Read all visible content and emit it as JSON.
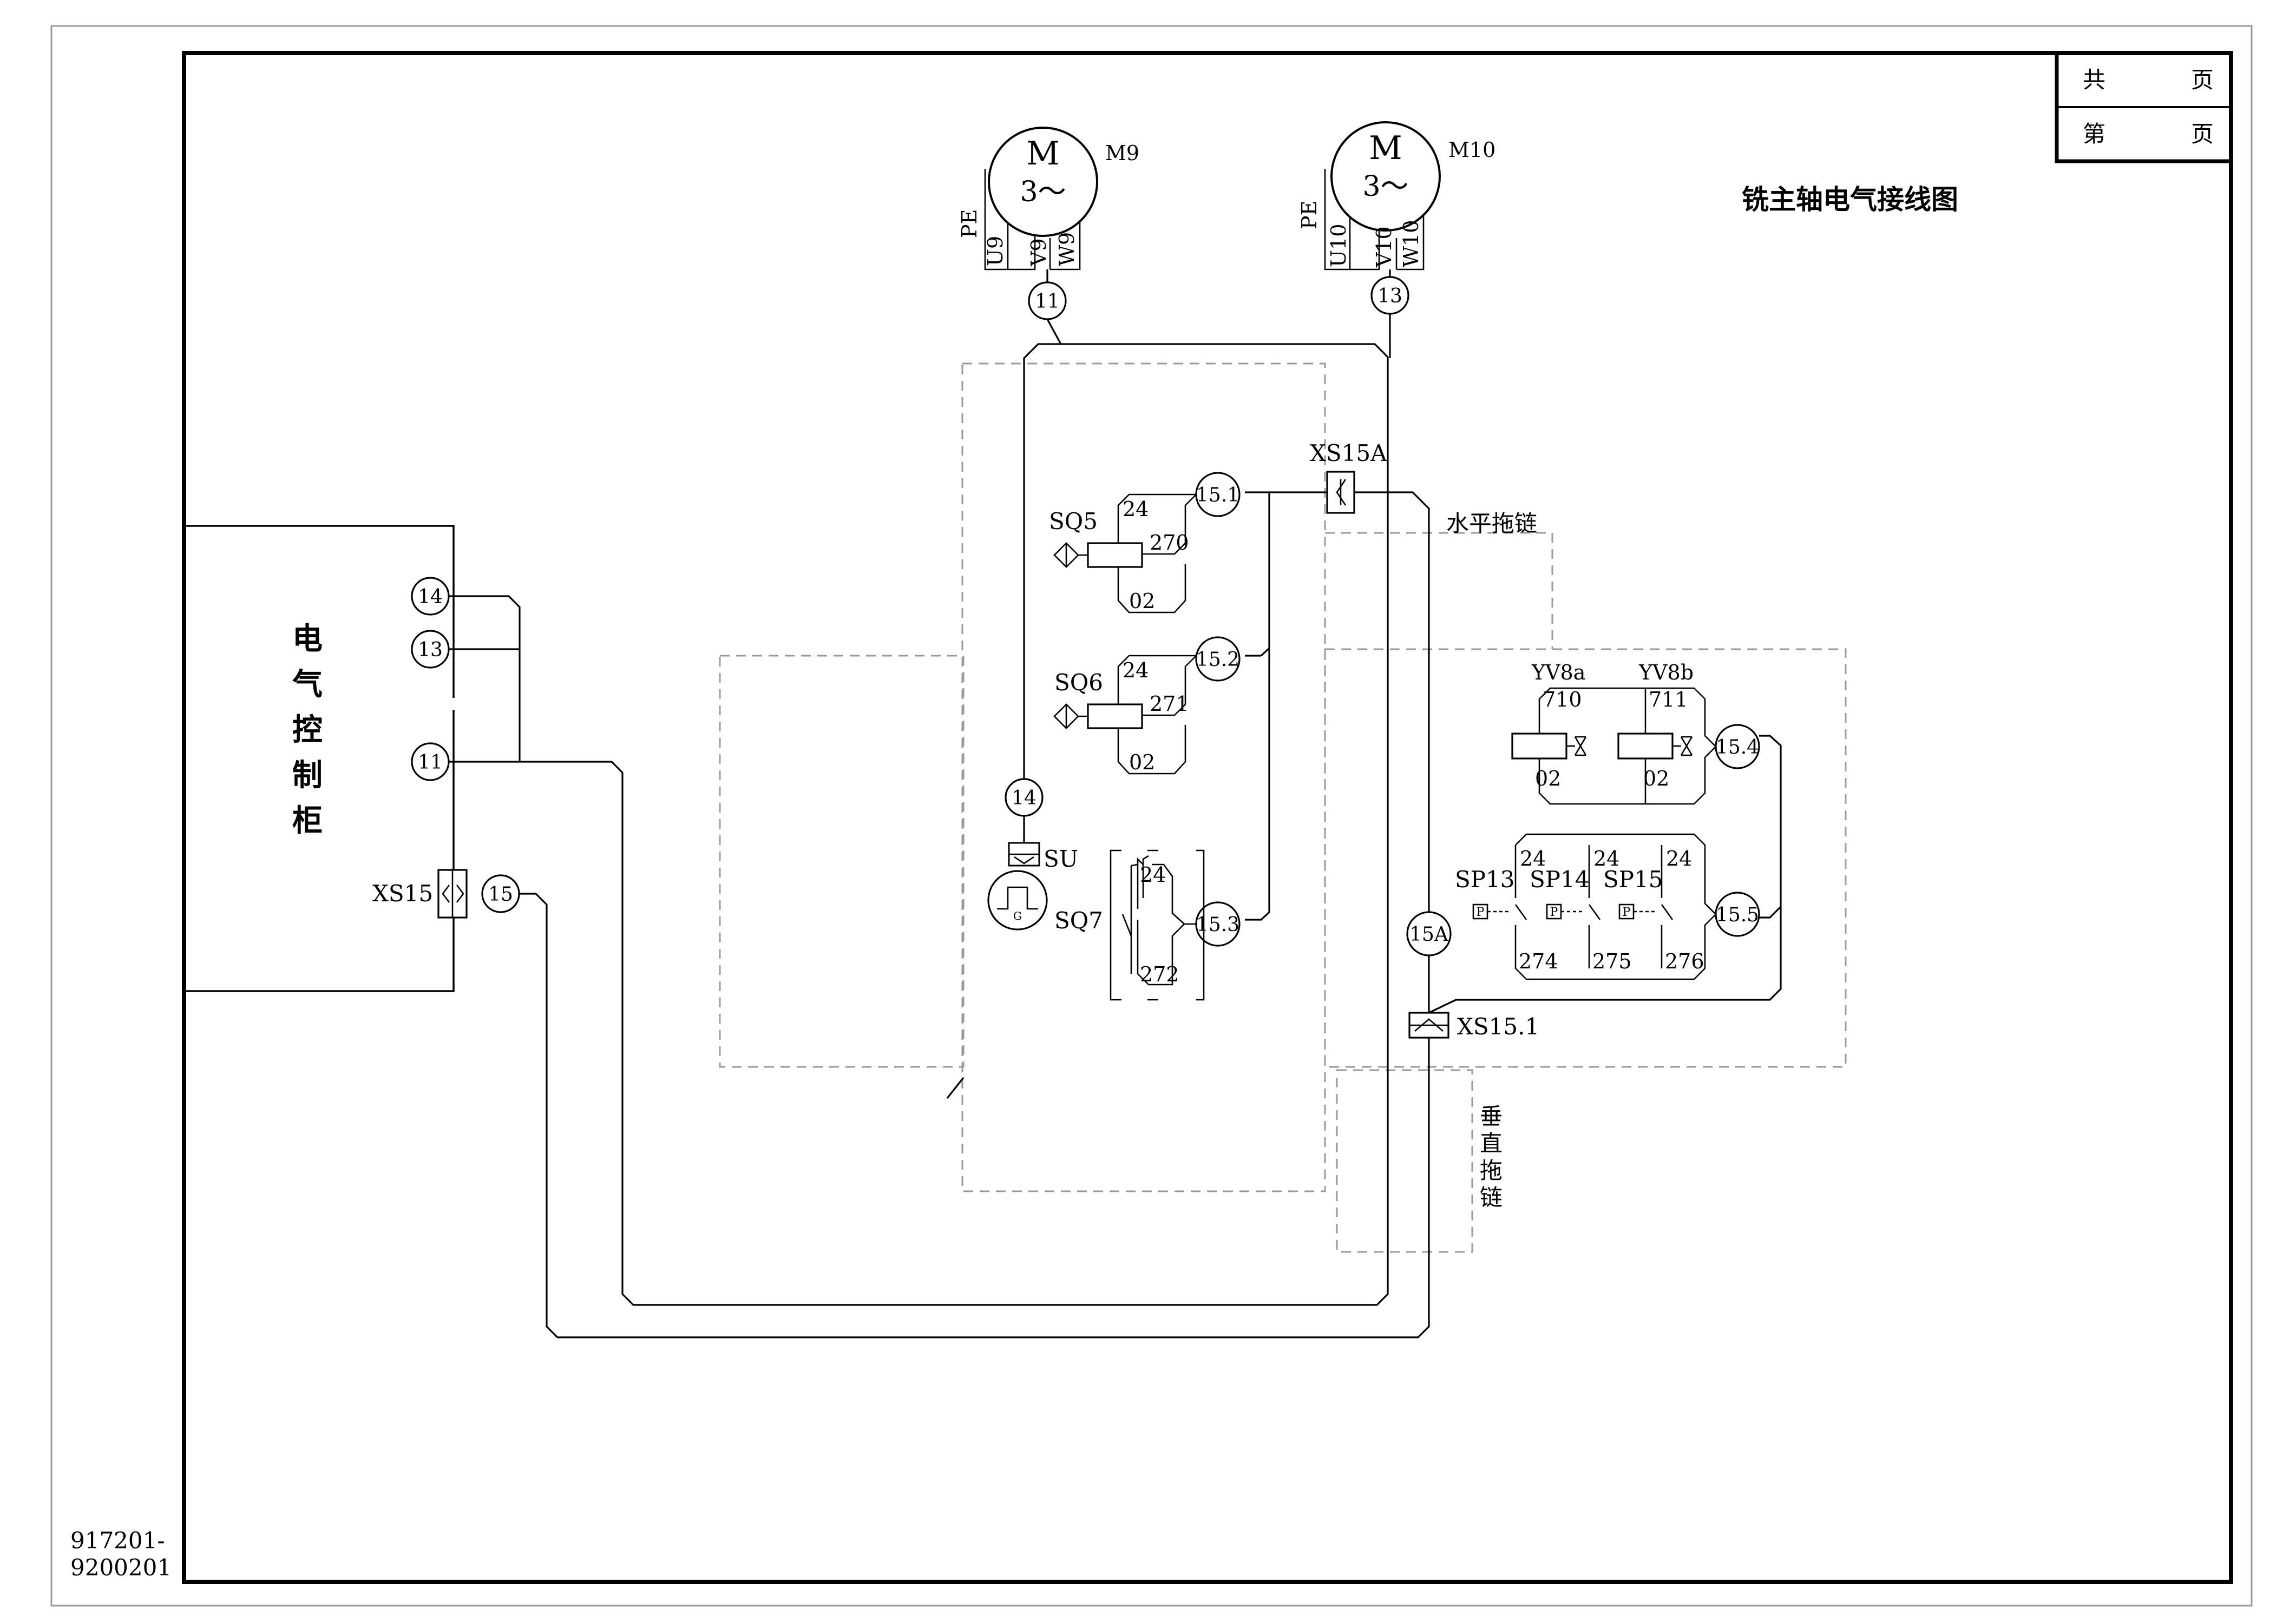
{
  "title": "铣主轴电气接线图",
  "drawing_number": [
    "917201-",
    "9200201"
  ],
  "title_block": {
    "total_label_a": "共",
    "total_label_b": "页",
    "sheet_label_a": "第",
    "sheet_label_b": "页"
  },
  "cabinet": {
    "label_chars": [
      "电",
      "气",
      "控",
      "制",
      "柜"
    ],
    "terminals": [
      "14",
      "13",
      "11",
      "15"
    ],
    "connector": "XS15"
  },
  "motors": [
    {
      "symbol": "M",
      "phase": "3～",
      "name": "M9",
      "leads": [
        "PE",
        "U9",
        "V9",
        "W9"
      ],
      "node": "11"
    },
    {
      "symbol": "M",
      "phase": "3～",
      "name": "M10",
      "leads": [
        "PE",
        "U10",
        "V10",
        "W10"
      ],
      "node": "13"
    }
  ],
  "chains": {
    "horizontal": "水平拖链",
    "vertical": [
      "垂",
      "直",
      "拖",
      "链"
    ]
  },
  "connectors": {
    "xs15a": "XS15A",
    "xs151": "XS15.1"
  },
  "nodes": {
    "n151": "15.1",
    "n152": "15.2",
    "n153": "15.3",
    "n154": "15.4",
    "n155": "15.5",
    "n14": "14",
    "n15a": "15A"
  },
  "switches": {
    "sq5": {
      "name": "SQ5",
      "top": "24",
      "mid": "270",
      "bottom": "02"
    },
    "sq6": {
      "name": "SQ6",
      "top": "24",
      "mid": "271",
      "bottom": "02"
    },
    "sq7": {
      "name": "SQ7",
      "top": "24",
      "bottom": "272"
    }
  },
  "sensor": {
    "name": "SU",
    "glyph": "G"
  },
  "valves": [
    {
      "name": "YV8a",
      "wire": "710",
      "ret": "02"
    },
    {
      "name": "YV8b",
      "wire": "711",
      "ret": "02"
    }
  ],
  "pressure_switches": [
    {
      "name": "SP13",
      "top": "24",
      "bottom": "274"
    },
    {
      "name": "SP14",
      "top": "24",
      "bottom": "275"
    },
    {
      "name": "SP15",
      "top": "24",
      "bottom": "276"
    }
  ],
  "pressure_glyph": "P"
}
